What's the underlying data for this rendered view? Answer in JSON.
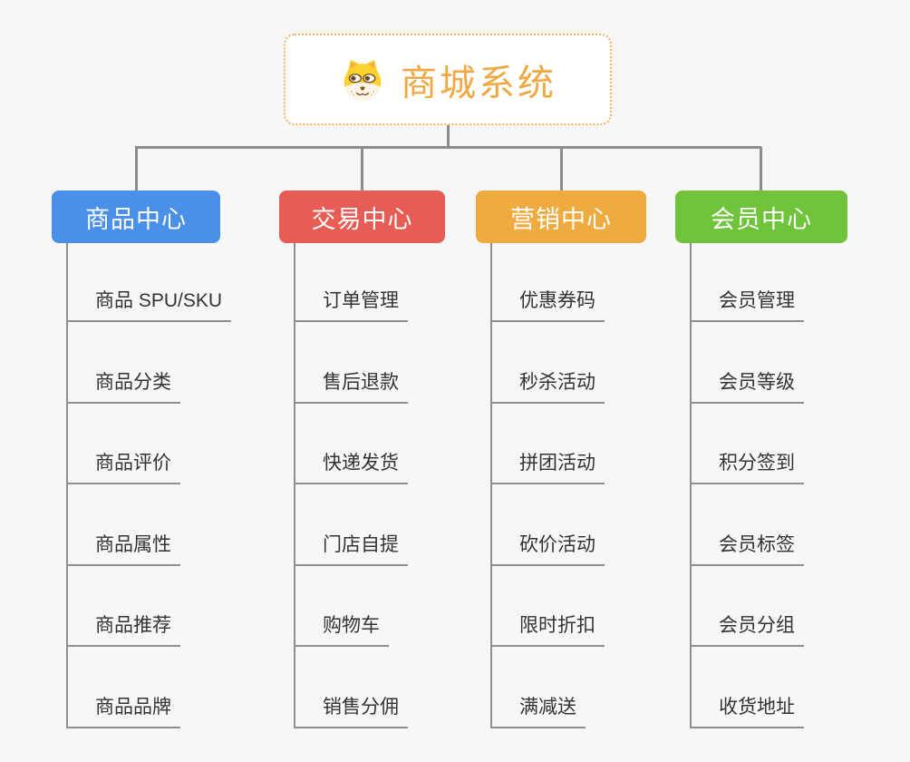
{
  "canvas": {
    "background_color": "#f7f7f7",
    "connector_color": "#8c8c8c",
    "leaf_underline_color": "#8f8f8f",
    "leaf_text_color": "#333333"
  },
  "root": {
    "title": "商城系统",
    "icon": "dog-face-icon",
    "accent_color": "#f0a843",
    "border_color": "#f2b159"
  },
  "branches": [
    {
      "label": "商品中心",
      "color": "#4a8fe8",
      "items": [
        "商品 SPU/SKU",
        "商品分类",
        "商品评价",
        "商品属性",
        "商品推荐",
        "商品品牌"
      ]
    },
    {
      "label": "交易中心",
      "color": "#e85c56",
      "items": [
        "订单管理",
        "售后退款",
        "快递发货",
        "门店自提",
        "购物车",
        "销售分佣"
      ]
    },
    {
      "label": "营销中心",
      "color": "#efab3f",
      "items": [
        "优惠券码",
        "秒杀活动",
        "拼团活动",
        "砍价活动",
        "限时折扣",
        "满减送"
      ]
    },
    {
      "label": "会员中心",
      "color": "#6fc43b",
      "items": [
        "会员管理",
        "会员等级",
        "积分签到",
        "会员标签",
        "会员分组",
        "收货地址"
      ]
    }
  ]
}
